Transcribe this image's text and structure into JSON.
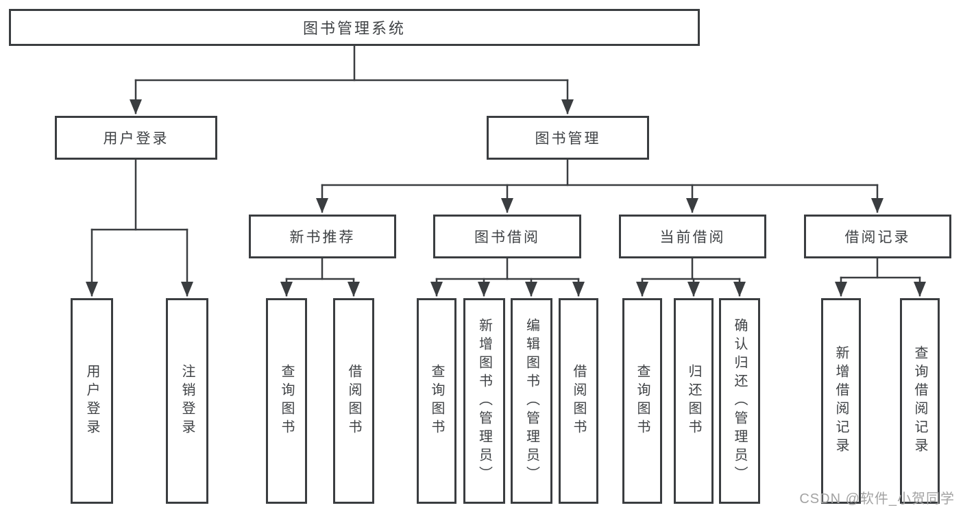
{
  "diagram": {
    "watermark": "CSDN @软件_小贺同学",
    "colors": {
      "line": "#3a3d40",
      "text": "#3f4245",
      "watermark": "#a3a3a3",
      "background": "#ffffff"
    },
    "nodes": {
      "root": "图书管理系统",
      "user_login": "用户登录",
      "book_management": "图书管理",
      "new_book_recommend": "新书推荐",
      "book_borrow": "图书借阅",
      "current_borrow": "当前借阅",
      "borrow_records": "借阅记录",
      "leaf_user_login": "用户登录",
      "leaf_logout": "注销登录",
      "leaf_query_books_recommend": "查询图书",
      "leaf_borrow_books_recommend": "借阅图书",
      "leaf_query_books_borrow": "查询图书",
      "leaf_add_book_admin": "新增图书（管理员）",
      "leaf_edit_book_admin": "编辑图书（管理员）",
      "leaf_borrow_books_borrow": "借阅图书",
      "leaf_query_books_current": "查询图书",
      "leaf_return_book": "归还图书",
      "leaf_confirm_return_admin": "确认归还（管理员）",
      "leaf_add_borrow_record": "新增借阅记录",
      "leaf_query_borrow_record": "查询借阅记录"
    }
  }
}
